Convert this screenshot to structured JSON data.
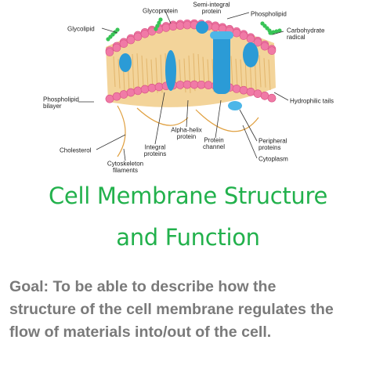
{
  "diagram": {
    "labels": {
      "semi_integral_protein": "Semi-integral\nprotein",
      "glycoprotein": "Glycoprotein",
      "phospholipid": "Phospholipid",
      "glycolipid": "Glycolipid",
      "carbohydrate_radical": "Carbohydrate\nradical",
      "phospholipid_bilayer": "Phospholipid\nbilayer",
      "hydrophilic_tails": "Hydrophilic tails",
      "alpha_helix_protein": "Alpha-helix\nprotein",
      "protein_channel": "Protein\nchannel",
      "peripheral_proteins": "Peripheral\nproteins",
      "cholesterol": "Cholesterol",
      "integral_proteins": "Integral\nproteins",
      "cytoplasm": "Cytoplasm",
      "cytoskeleton_filaments": "Cytoskeleton\nfilaments"
    },
    "colors": {
      "heads": "#f07aa6",
      "heads_dark": "#d95586",
      "tails": "#f3d49a",
      "protein": "#2b9bd6",
      "carbohydrate": "#38c456",
      "filament": "#e0a040"
    }
  },
  "title": {
    "line1": "Cell Membrane Structure",
    "line2": "and Function"
  },
  "goal": {
    "line1": "Goal: To be able to describe how the",
    "line2": "structure of the cell membrane regulates the",
    "line3": "flow of materials into/out of the cell."
  }
}
